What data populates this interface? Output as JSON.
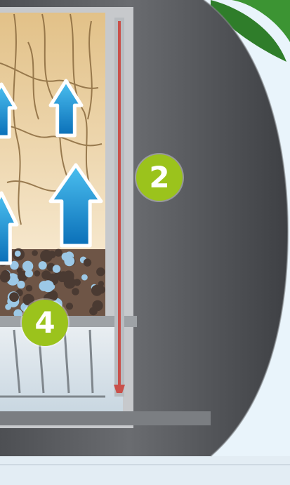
{
  "diagram": {
    "callouts": [
      {
        "id": "callout-2",
        "label": "2"
      },
      {
        "id": "callout-4",
        "label": "4"
      }
    ],
    "colors": {
      "pot_shell": "#5e6064",
      "pot_shell_dark": "#3f4145",
      "background": "#e9f4fb",
      "soil": "#e8cfa3",
      "roots": "#8a6a3e",
      "arrow_blue": "#1a8fd6",
      "badge_green": "#9bc31c",
      "reservoir_water": "#dfe9f0",
      "gauge_tube": "#c9504a",
      "leaves": "#2f7d2a"
    },
    "icons": {
      "arrows": "water-up-arrow-icon",
      "granules": "clay-granule-icon"
    }
  }
}
